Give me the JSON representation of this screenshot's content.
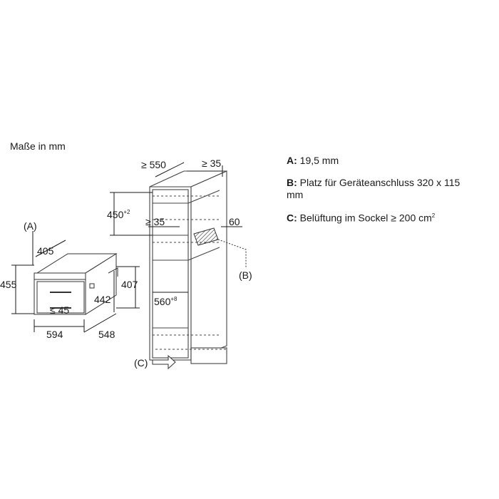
{
  "title": "Maße in mm",
  "legend": {
    "a": {
      "key": "A:",
      "text": "19,5 mm"
    },
    "b": {
      "key": "B:",
      "text": "Platz für Geräteanschluss 320 x 115 mm"
    },
    "c": {
      "key": "C:",
      "text": "Belüftung im Sockel ≥ 200 cm",
      "sup": "2"
    }
  },
  "appliance_dims": {
    "a_label": "(A)",
    "width_top": "405",
    "height": "455",
    "inner_height": "442",
    "side_height": "407",
    "handle_gap": "≤ 45",
    "width": "594",
    "depth": "548"
  },
  "cabinet_dims": {
    "depth": "≥ 550",
    "gap": "≥ 35",
    "niche_height": "450",
    "niche_height_tol": "+2",
    "inner_gap": "≥ 35",
    "side": "60",
    "b_label": "(B)",
    "width": "560",
    "width_tol": "+8",
    "c_label": "(C)"
  }
}
